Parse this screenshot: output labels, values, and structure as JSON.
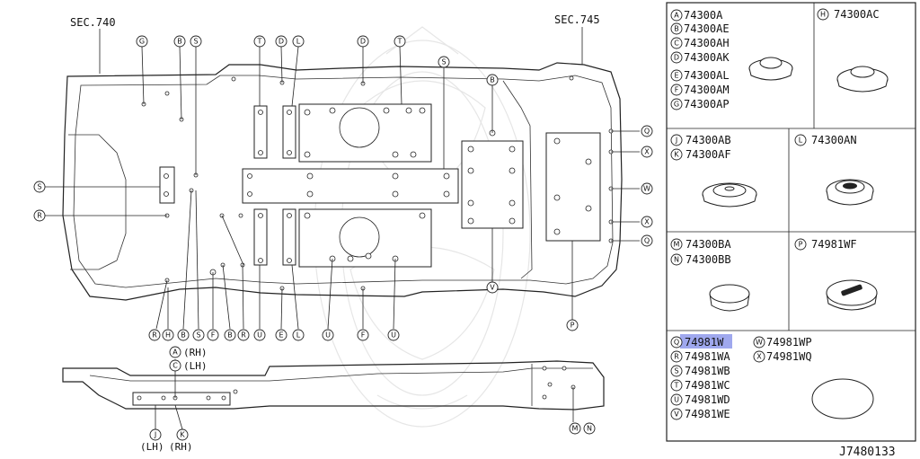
{
  "section_labels": {
    "left": "SEC.740",
    "right": "SEC.745"
  },
  "diagram_id": "J7480133",
  "callouts": {
    "top": [
      "G",
      "B",
      "S",
      "T",
      "D",
      "L",
      "D",
      "T",
      "S",
      "B"
    ],
    "right": [
      "Q",
      "X",
      "W",
      "X",
      "Q"
    ],
    "left": [
      "S",
      "R"
    ],
    "bottom": [
      "R",
      "H",
      "B",
      "S",
      "F",
      "B",
      "R",
      "U",
      "E",
      "L",
      "U",
      "F",
      "U",
      "V",
      "P"
    ],
    "side_left": {
      "a_letter": "A",
      "a_text": "(RH)",
      "c_letter": "C",
      "c_text": "(LH)",
      "j_letter": "J",
      "k_letter": "K",
      "j_text": "(LH)",
      "k_text": "(RH)"
    },
    "side_right": [
      "M",
      "N"
    ]
  },
  "legend": {
    "group1": [
      {
        "letter": "A",
        "part": "74300A"
      },
      {
        "letter": "B",
        "part": "74300AE"
      },
      {
        "letter": "C",
        "part": "74300AH"
      },
      {
        "letter": "D",
        "part": "74300AK"
      },
      {
        "letter": "E",
        "part": "74300AL"
      },
      {
        "letter": "F",
        "part": "74300AM"
      },
      {
        "letter": "G",
        "part": "74300AP"
      }
    ],
    "group_h": [
      {
        "letter": "H",
        "part": "74300AC"
      }
    ],
    "group_j": [
      {
        "letter": "J",
        "part": "74300AB"
      },
      {
        "letter": "K",
        "part": "74300AF"
      }
    ],
    "group_l": [
      {
        "letter": "L",
        "part": "74300AN"
      }
    ],
    "group_m": [
      {
        "letter": "M",
        "part": "74300BA"
      },
      {
        "letter": "N",
        "part": "74300BB"
      }
    ],
    "group_p": [
      {
        "letter": "P",
        "part": "74981WF"
      }
    ],
    "group_q": [
      {
        "letter": "Q",
        "part": "74981W",
        "highlight": true
      },
      {
        "letter": "R",
        "part": "74981WA"
      },
      {
        "letter": "S",
        "part": "74981WB"
      },
      {
        "letter": "T",
        "part": "74981WC"
      },
      {
        "letter": "U",
        "part": "74981WD"
      },
      {
        "letter": "V",
        "part": "74981WE"
      }
    ],
    "group_w": [
      {
        "letter": "W",
        "part": "74981WP"
      },
      {
        "letter": "X",
        "part": "74981WQ"
      }
    ]
  },
  "colors": {
    "highlight": "#9fa8ee",
    "line": "#222222"
  }
}
